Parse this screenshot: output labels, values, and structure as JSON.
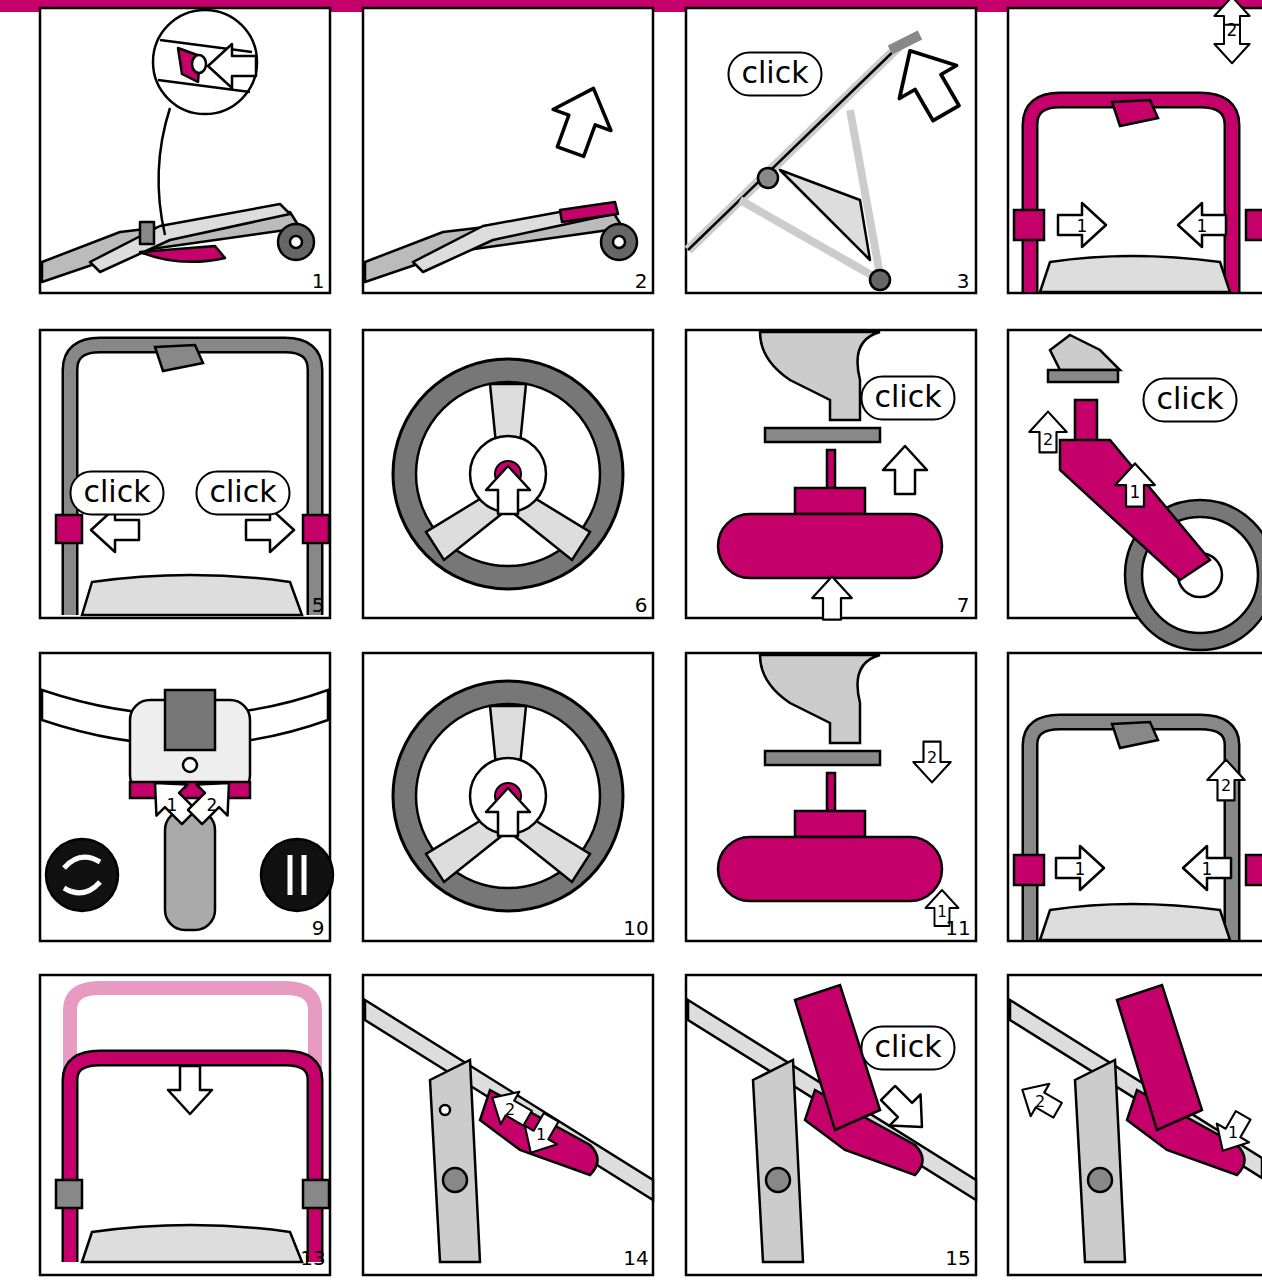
{
  "diagram": {
    "nodes": [
      {
        "text": [
          "click"
        ]
      },
      {
        "text": [
          "click"
        ]
      },
      {
        "text": [
          "click"
        ]
      },
      {
        "text": [
          "click"
        ]
      },
      {
        "text": [
          "click"
        ]
      },
      {
        "text": [
          "click"
        ]
      }
    ],
    "labels": [
      "1",
      "2",
      "3",
      "5",
      "6",
      "7",
      "9",
      "10",
      "11",
      "13",
      "14",
      "15",
      "2",
      "1",
      "1",
      "2",
      "1",
      "1",
      "2",
      "2",
      "1",
      "2",
      "1",
      "1",
      "2",
      "1",
      "2",
      "1"
    ]
  }
}
